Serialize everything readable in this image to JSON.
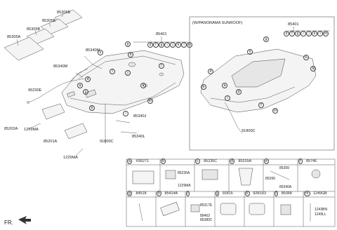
{
  "pano_title": "(W/PANORAMA SUNROOF)",
  "labels": {
    "p85305B": "85305B",
    "p85305B_2": "85305B",
    "p85305B_3": "85305B",
    "p85305A": "85305A",
    "p85401": "85401",
    "p85401_pano": "85401",
    "p85340M_1": "85340M",
    "p85340M_2": "85340M",
    "p96230E": "96230E",
    "p85202A": "85202A",
    "p1229MA_1": "1229MA",
    "p85201A": "85201A",
    "p1229MA_2": "1229MA",
    "p91800C_1": "91800C",
    "p85340J": "85340J",
    "p85340L": "85340L",
    "p91800C_2": "91800C",
    "fr": "FR."
  },
  "callout_letters_main": [
    "a",
    "b",
    "c",
    "d",
    "e",
    "f",
    "g",
    "h",
    "i",
    "j",
    "k",
    "l",
    "m"
  ],
  "letter_row": [
    "d",
    "f",
    "g",
    "i",
    "j",
    "k",
    "l",
    "m"
  ],
  "parts_table": {
    "row1": [
      {
        "letter": "a",
        "code": "X95271"
      },
      {
        "letter": "b",
        "code": ""
      },
      {
        "letter": "c",
        "code": "85235C"
      },
      {
        "letter": "d",
        "code": "85315A"
      },
      {
        "letter": "e",
        "code": ""
      },
      {
        "letter": "f",
        "code": "85746"
      }
    ],
    "row2": [
      {
        "letter": "g",
        "code": "84518"
      },
      {
        "letter": "h",
        "code": "85414A"
      },
      {
        "letter": "i",
        "code": ""
      },
      {
        "letter": "j",
        "code": "92815"
      },
      {
        "letter": "k",
        "code": "92815D"
      },
      {
        "letter": "l",
        "code": "85368"
      },
      {
        "letter": "m",
        "code": "1249GB"
      }
    ],
    "b_sub": [
      "85235A",
      "1229MA"
    ],
    "e_sub": [
      "85399",
      "85399",
      "85340A"
    ],
    "i_sub": [
      "85317E",
      "89463",
      "85380C"
    ],
    "m_sub": [
      "1243BN",
      "1249LL"
    ]
  }
}
